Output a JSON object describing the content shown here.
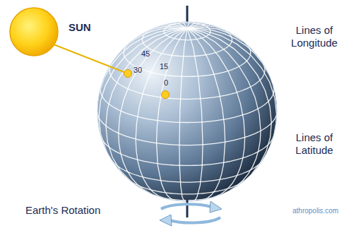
{
  "diagram": {
    "labels": [
      "SUN",
      "45",
      "30",
      "15",
      "0",
      "Lines of Longitude",
      "Lines of Latitude",
      "Earth's Rotation",
      "athropolis.com"
    ]
  }
}
